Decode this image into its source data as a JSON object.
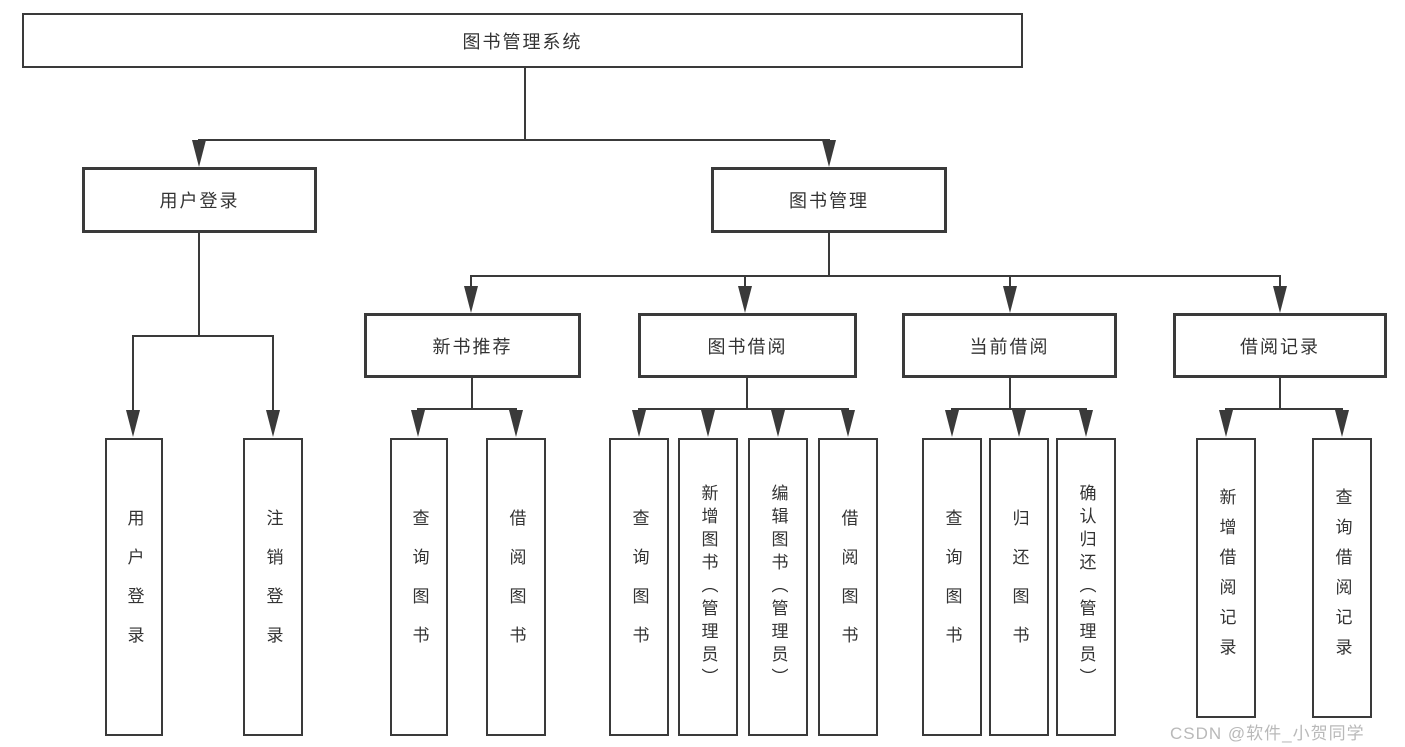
{
  "diagram": {
    "root": {
      "label": "图书管理系统"
    },
    "level2": [
      {
        "label": "用户登录"
      },
      {
        "label": "图书管理"
      }
    ],
    "level3": [
      {
        "label": "新书推荐"
      },
      {
        "label": "图书借阅"
      },
      {
        "label": "当前借阅"
      },
      {
        "label": "借阅记录"
      }
    ],
    "leaves": {
      "user_login": [
        "用户登录",
        "注销登录"
      ],
      "new_book": [
        "查询图书",
        "借阅图书"
      ],
      "book_borrow": [
        "查询图书",
        "新增图书（管理员）",
        "编辑图书（管理员）",
        "借阅图书"
      ],
      "current_borrow": [
        "查询图书",
        "归还图书",
        "确认归还（管理员）"
      ],
      "borrow_record": [
        "新增借阅记录",
        "查询借阅记录"
      ]
    }
  },
  "watermark": "CSDN @软件_小贺同学",
  "colors": {
    "line": "#3a3a3a",
    "text": "#333333",
    "watermark": "#b9b9b9",
    "background": "#ffffff"
  }
}
